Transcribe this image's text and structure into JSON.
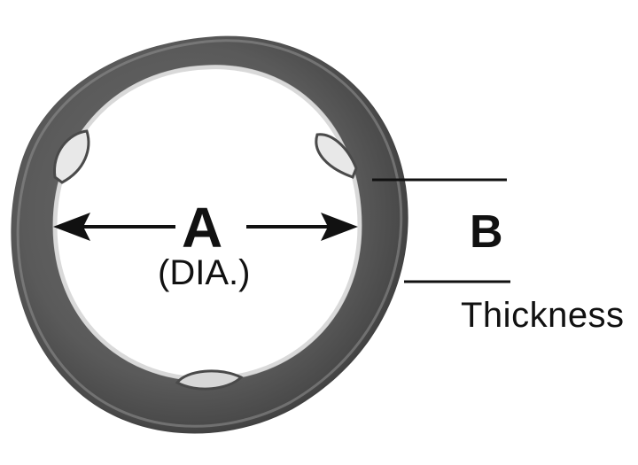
{
  "labels": {
    "diameter_letter": "A",
    "diameter_note": "(DIA.)",
    "thickness_letter": "B",
    "thickness_word": "Thickness"
  },
  "colors": {
    "ring_dark": "#3a3a3a",
    "ring_mid": "#6e6e6e",
    "ring_highlight": "#c9c9c9",
    "ink": "#111111",
    "background": "#ffffff"
  },
  "icons": {
    "diameter_arrow_left": "arrow-left-icon",
    "diameter_arrow_right": "arrow-right-icon"
  }
}
